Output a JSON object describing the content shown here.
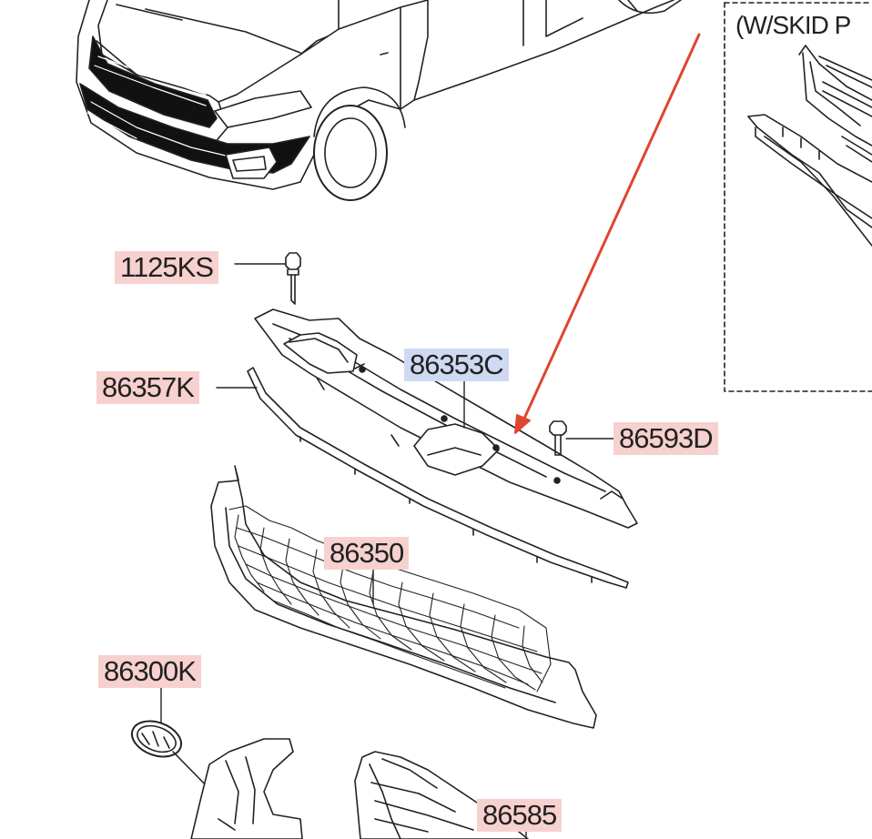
{
  "diagram": {
    "variant_note": "(W/SKID P",
    "callouts": [
      {
        "id": "1125KS",
        "label": "1125KS",
        "highlight": "pink"
      },
      {
        "id": "86357K",
        "label": "86357K",
        "highlight": "pink"
      },
      {
        "id": "86353C",
        "label": "86353C",
        "highlight": "blue"
      },
      {
        "id": "86593D",
        "label": "86593D",
        "highlight": "pink"
      },
      {
        "id": "86350",
        "label": "86350",
        "highlight": "pink"
      },
      {
        "id": "86300K",
        "label": "86300K",
        "highlight": "pink"
      },
      {
        "id": "86585",
        "label": "86585",
        "highlight": "pink"
      }
    ],
    "colors": {
      "pink_highlight": "#f7d1cf",
      "blue_highlight": "#cfd9f3",
      "arrow": "#e0452f",
      "line": "#222222"
    }
  }
}
